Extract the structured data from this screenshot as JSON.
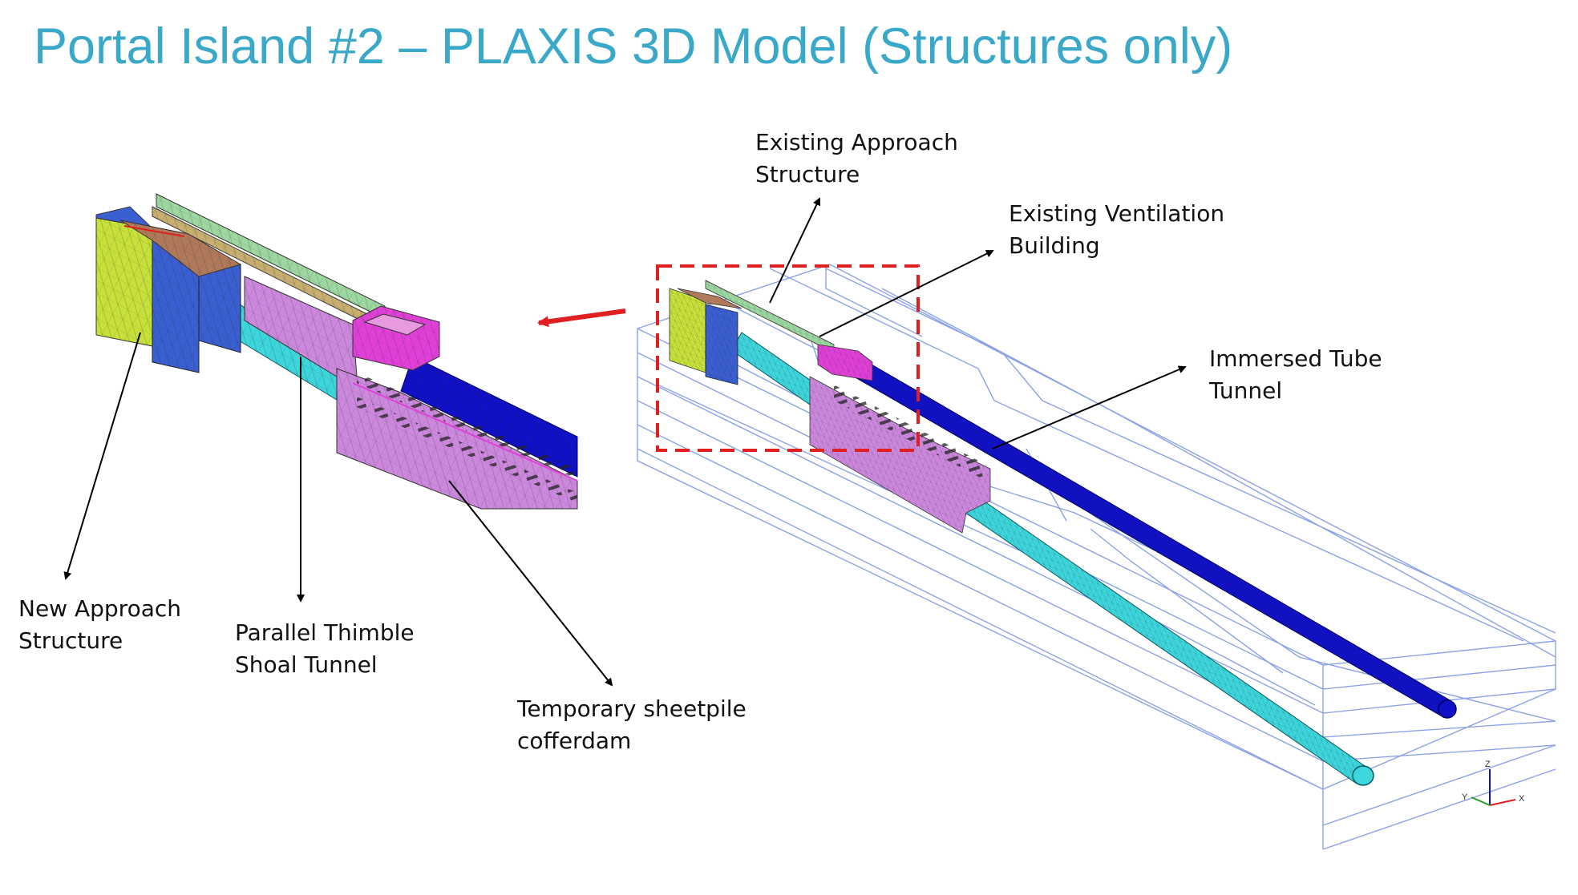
{
  "slide": {
    "title": "Portal Island #2 – PLAXIS 3D Model (Structures only)"
  },
  "callouts": {
    "existing_approach": {
      "line1": "Existing Approach",
      "line2": "Structure"
    },
    "existing_ventilation": {
      "line1": "Existing Ventilation",
      "line2": "Building"
    },
    "immersed_tube": {
      "line1": "Immersed Tube",
      "line2": "Tunnel"
    },
    "new_approach": {
      "line1": "New Approach",
      "line2": "Structure"
    },
    "parallel_thimble": {
      "line1": "Parallel Thimble",
      "line2": "Shoal Tunnel"
    },
    "temporary_cofferdam": {
      "line1": "Temporary sheetpile",
      "line2": "cofferdam"
    }
  },
  "axes_triad": {
    "z": "Z",
    "y": "Y",
    "x": "X"
  },
  "colors": {
    "title": "#3aa8c8",
    "approach_yellow": "#c8e03a",
    "wall_blue": "#3a5fd0",
    "tunnel_cyan": "#3cd6dc",
    "tube_navy": "#1010c8",
    "cofferdam_violet": "#cc88dd",
    "vent_magenta": "#e040d8",
    "roof_brown": "#b07a5a",
    "outline_blue": "#8ca2e6",
    "zoom_box_red": "#e02020"
  }
}
